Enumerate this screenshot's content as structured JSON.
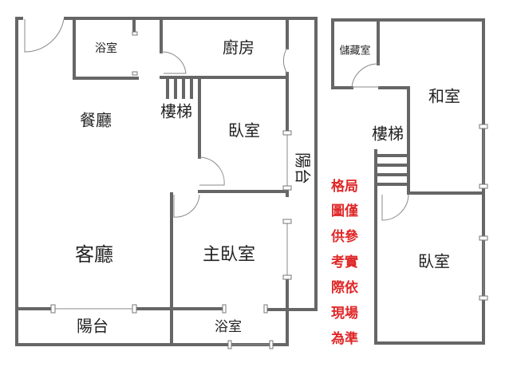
{
  "floor_plan_left": {
    "rooms": {
      "bathroom_top": "浴室",
      "kitchen": "廚房",
      "dining": "餐廳",
      "stairs": "樓梯",
      "bedroom": "臥室",
      "balcony_side": "陽台",
      "living": "客廳",
      "master_bedroom": "主臥室",
      "balcony_bottom": "陽台",
      "bathroom_bottom": "浴室"
    }
  },
  "floor_plan_right": {
    "rooms": {
      "storage": "儲藏室",
      "japanese_room": "和室",
      "stairs": "樓梯",
      "bedroom": "臥室"
    }
  },
  "disclaimer": [
    "格局",
    "圖僅",
    "供參",
    "考實",
    "際依",
    "現場",
    "為準"
  ],
  "colors": {
    "wall": "#666666",
    "disclaimer": "#e02828"
  }
}
